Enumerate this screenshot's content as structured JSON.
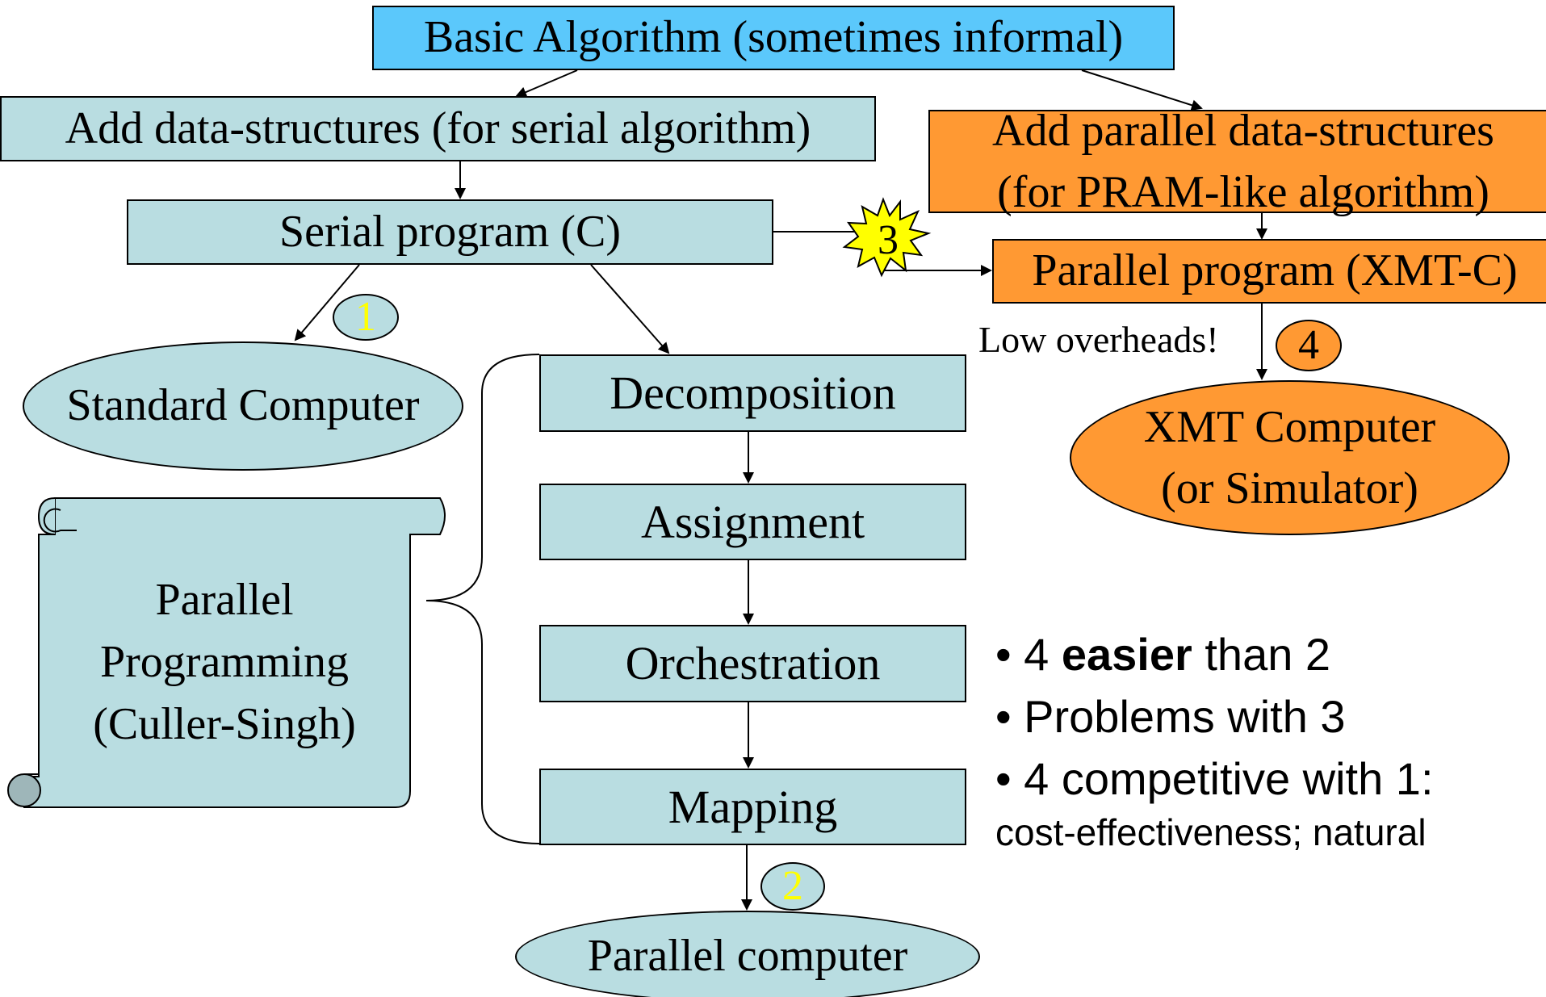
{
  "basic_algorithm": "Basic Algorithm (sometimes informal)",
  "add_data_structures": "Add data-structures (for serial algorithm)",
  "serial_program": "Serial program (C)",
  "standard_computer": "Standard Computer",
  "parallel_programming": {
    "line1": "Parallel",
    "line2": "Programming",
    "line3": "(Culler-Singh)"
  },
  "steps": {
    "decomposition": "Decomposition",
    "assignment": "Assignment",
    "orchestration": "Orchestration",
    "mapping": "Mapping"
  },
  "parallel_computer": "Parallel computer",
  "add_parallel_ds": {
    "line1": "Add parallel data-structures",
    "line2": "(for PRAM-like algorithm)"
  },
  "parallel_program": "Parallel program (XMT-C)",
  "low_overheads": "Low overheads!",
  "xmt_computer": {
    "line1": "XMT Computer",
    "line2": "(or Simulator)"
  },
  "badges": {
    "one": "1",
    "two": "2",
    "three": "3",
    "four": "4"
  },
  "bullets": {
    "b1_pre": "• 4 ",
    "b1_bold": "easier",
    "b1_post": " than 2",
    "b2": "• Problems with 3",
    "b3": "• 4 competitive with 1:",
    "b3_cont": "cost-effectiveness; natural"
  },
  "colors": {
    "teal": "#b9dde1",
    "orange": "#ff9933",
    "blue": "#5bc8fb",
    "yellow": "#ffff00"
  }
}
